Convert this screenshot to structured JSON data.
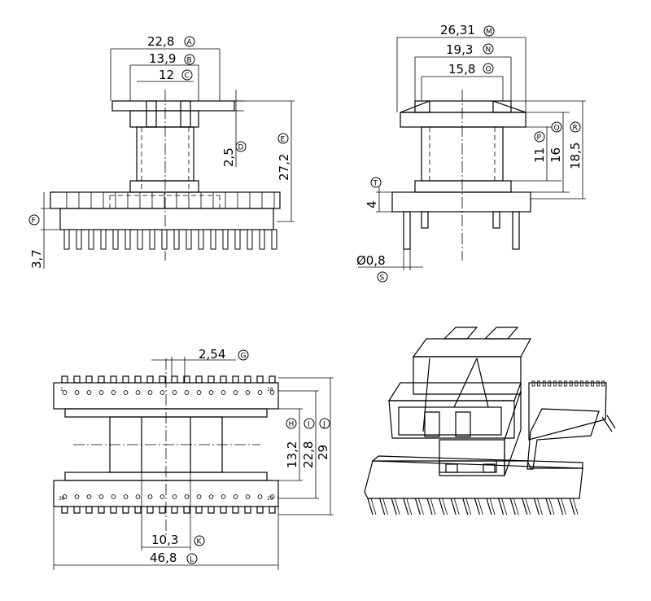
{
  "top_left_view": {
    "dims": [
      {
        "value": "22,8",
        "tag": "A"
      },
      {
        "value": "13,9",
        "tag": "B"
      },
      {
        "value": "12",
        "tag": "C"
      },
      {
        "value": "2,5",
        "tag": "D"
      },
      {
        "value": "27,2",
        "tag": "E"
      },
      {
        "value": "",
        "tag": "F"
      },
      {
        "value": "3,7",
        "tag": ""
      }
    ]
  },
  "top_right_view": {
    "dims": [
      {
        "value": "26,31",
        "tag": "M"
      },
      {
        "value": "19,3",
        "tag": "N"
      },
      {
        "value": "15,8",
        "tag": "O"
      },
      {
        "value": "11",
        "tag": "P"
      },
      {
        "value": "16",
        "tag": "Q"
      },
      {
        "value": "18,5",
        "tag": "R"
      },
      {
        "value": "Ø0,8",
        "tag": "S"
      },
      {
        "value": "4",
        "tag": "T"
      }
    ]
  },
  "bottom_left_view": {
    "dims": [
      {
        "value": "2,54",
        "tag": "G"
      },
      {
        "value": "13,2",
        "tag": "H"
      },
      {
        "value": "22,8",
        "tag": "I"
      },
      {
        "value": "29",
        "tag": "J"
      },
      {
        "value": "10,3",
        "tag": "K"
      },
      {
        "value": "46,8",
        "tag": "L"
      }
    ],
    "pin_numbers": {
      "top_left": "1",
      "top_right": "18",
      "bottom_left": "36",
      "bottom_right": "19"
    }
  }
}
